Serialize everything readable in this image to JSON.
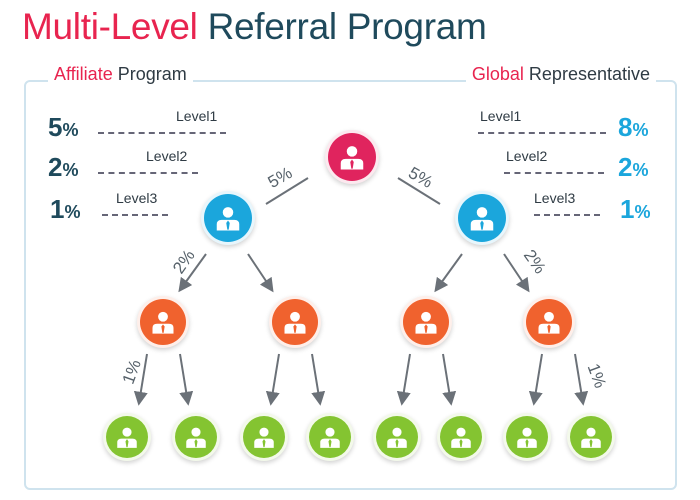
{
  "title": {
    "accent": "Multi-Level",
    "rest": " Referral Program"
  },
  "left_panel": {
    "accent": "Affiliate",
    "rest": " Program",
    "levels": [
      {
        "pct": "5",
        "sign": "%",
        "name": "Level1"
      },
      {
        "pct": "2",
        "sign": "%",
        "name": "Level2"
      },
      {
        "pct": "1",
        "sign": "%",
        "name": "Level3"
      }
    ]
  },
  "right_panel": {
    "accent": "Global",
    "rest": " Representative",
    "levels": [
      {
        "pct": "8",
        "sign": "%",
        "name": "Level1"
      },
      {
        "pct": "2",
        "sign": "%",
        "name": "Level2"
      },
      {
        "pct": "1",
        "sign": "%",
        "name": "Level3"
      }
    ]
  },
  "edge_rates": {
    "top_left": "5%",
    "top_right": "5%",
    "mid_left": "2%",
    "mid_right": "2%",
    "low_left": "1%",
    "low_right": "1%"
  },
  "colors": {
    "accent": "#e8244f",
    "heading": "#1f4a5c",
    "top_node": "#e0245e",
    "level1_node": "#1ba6dc",
    "level2_node": "#f0622e",
    "level3_node": "#84c431",
    "right_pct": "#1ba6dc"
  },
  "icons": {
    "node": "person-icon"
  }
}
